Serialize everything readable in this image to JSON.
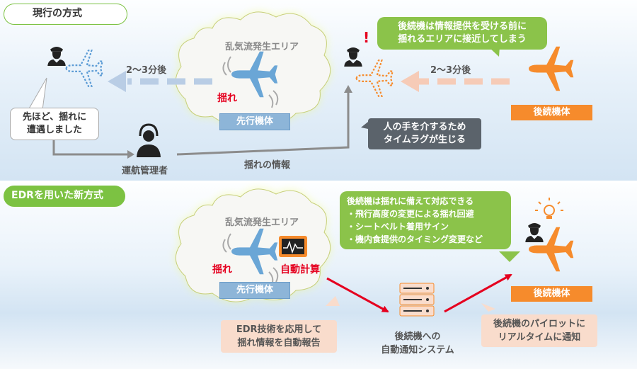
{
  "section1": {
    "header": "現行の方式",
    "cloud_label": "乱気流発生エリア",
    "turbulence_label": "揺れ",
    "lead_plane_label": "先行機体",
    "following_plane_label": "後続機体",
    "interval_left": "2～3分後",
    "interval_right": "2～3分後",
    "pilot_report": [
      "先ほど、揺れに",
      "遭遇しました"
    ],
    "dispatcher_label": "運航管理者",
    "info_label": "揺れの情報",
    "lag_note": [
      "人の手を介するため",
      "タイムラグが生じる"
    ],
    "warning_callout": [
      "後続機は情報提供を受ける前に",
      "揺れるエリアに接近してしまう"
    ]
  },
  "section2": {
    "header": "EDRを用いた新方式",
    "cloud_label": "乱気流発生エリア",
    "turbulence_label": "揺れ",
    "auto_calc_label": "自動計算",
    "lead_plane_label": "先行機体",
    "following_plane_label": "後続機体",
    "benefits": [
      "後続機は揺れに備えて対応できる",
      "・飛行高度の変更による揺れ回避",
      "・シートベルト着用サイン",
      "・機内食提供のタイミング変更など"
    ],
    "edr_note": [
      "EDR技術を応用して",
      "揺れ情報を自動報告"
    ],
    "system_label": [
      "後続機への",
      "自動通知システム"
    ],
    "notify_note": [
      "後続機のパイロットに",
      "リアルタイムに通知"
    ]
  },
  "colors": {
    "green": "#7cc242",
    "orange": "#f68b2c",
    "blue": "#6aa6d6",
    "red": "#e5001f"
  },
  "icons": [
    "pilot-icon",
    "airplane-icon",
    "headset-operator-icon",
    "server-icon",
    "monitor-icon",
    "lightbulb-icon",
    "exclamation-icon"
  ]
}
